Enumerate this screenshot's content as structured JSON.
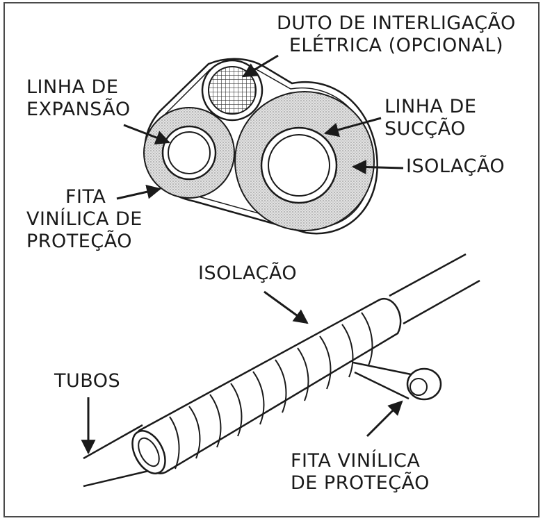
{
  "colors": {
    "ink": "#1a1a1a",
    "paper": "#ffffff",
    "frame": "#4a4a4a",
    "insulation_fill": "#d2d2d2"
  },
  "labels": {
    "duct_line1": "DUTO DE INTERLIGAÇÃO",
    "duct_line2": "ELÉTRICA (OPCIONAL)",
    "expansion_line1": "LINHA DE",
    "expansion_line2": "EXPANSÃO",
    "suction_line1": "LINHA DE",
    "suction_line2": "SUCÇÃO",
    "insulation_top": "ISOLAÇÃO",
    "tape_top_line1": "FITA",
    "tape_top_line2": "VINÍLICA DE",
    "tape_top_line3": "PROTEÇÃO",
    "insulation_bottom": "ISOLAÇÃO",
    "tubes": "TUBOS",
    "tape_bottom_line1": "FITA VINÍLICA",
    "tape_bottom_line2": "DE PROTEÇÃO"
  }
}
